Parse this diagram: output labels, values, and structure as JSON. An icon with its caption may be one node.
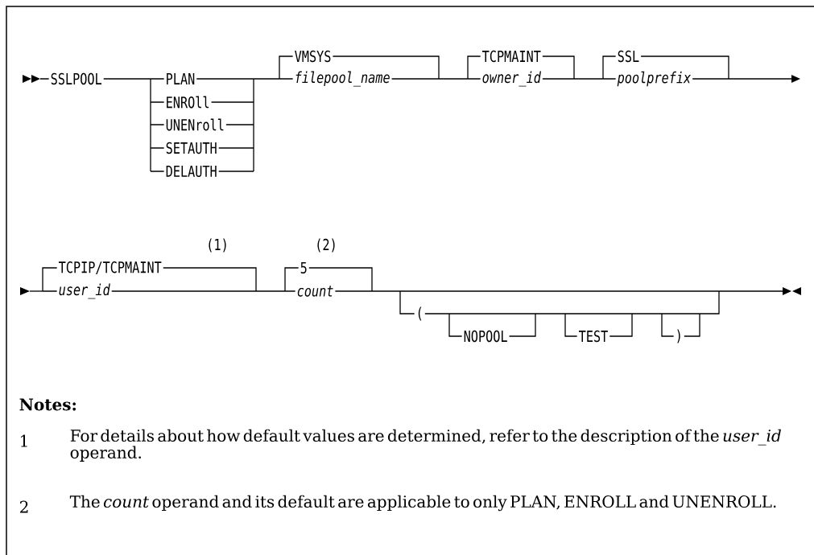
{
  "diagram": {
    "labels": [
      "SSLPOOL",
      "VMSYS",
      "TCPMAINT",
      "SSL",
      "PLAN",
      "filepool_name",
      "owner_id",
      "poolprefix",
      "ENROll",
      "UNENroll",
      "SETAUTH",
      "DELAUTH",
      "(1)",
      "(2)",
      "TCPIP/TCPMAINT",
      "5",
      "user_id",
      "count",
      "(",
      "NOPOOL",
      "TEST",
      ")",
      "Notes:",
      "1",
      "For details about how default values are determined, refer to the description of the *user_id* operand.",
      "2",
      "The *count* operand and its default are applicable to only PLAN, ENROLL and UNENROLL."
    ]
  }
}
